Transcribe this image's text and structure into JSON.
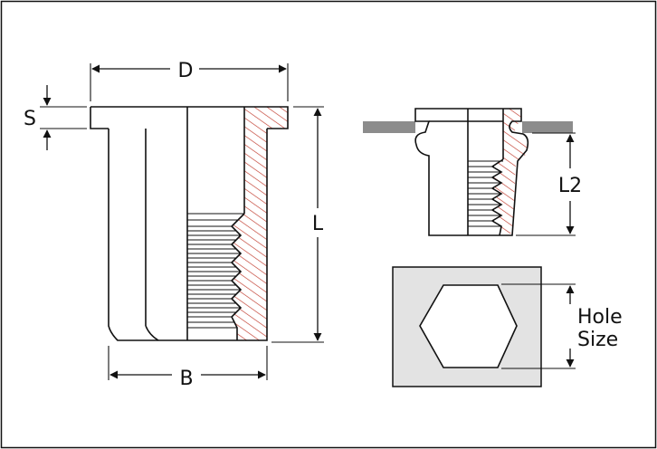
{
  "labels": {
    "D": "D",
    "S": "S",
    "L": "L",
    "B": "B",
    "L2": "L2",
    "hole_size_line1": "Hole",
    "hole_size_line2": "Size"
  },
  "colors": {
    "outline": "#111111",
    "hatch": "#c0392b",
    "panel": "#8c8c8c",
    "hole_bg": "#e3e3e3"
  }
}
